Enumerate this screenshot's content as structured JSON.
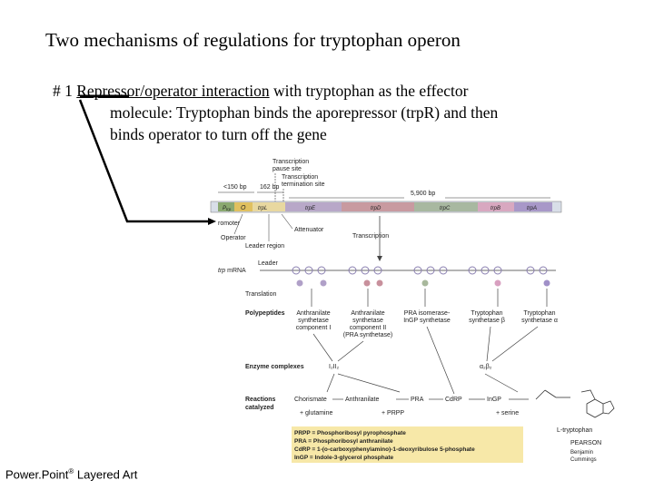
{
  "slide": {
    "title": "Two mechanisms of regulations for tryptophan operon",
    "point_num": "# 1 ",
    "point_underlined": "Repressor/operator interaction",
    "point_rest1": " with tryptophan as the effector",
    "point_line2": "molecule: Tryptophan binds the aporepressor (trpR) and then",
    "point_line3": "binds operator to turn off the gene",
    "footer_main": "Power.Point",
    "footer_reg": "®",
    "footer_rest": " Layered Art"
  },
  "figure": {
    "transcription_pause": "Transcription",
    "pause_site": "pause site",
    "transcription_term": "Transcription",
    "termination_site": "termination site",
    "dist_150": "<150 bp",
    "dist_162": "162 bp",
    "dist_5900": "5,900 bp",
    "gene_ptrp": "P",
    "gene_ptrp_sub": "trp",
    "gene_o": "O",
    "gene_trpl": "trpL",
    "gene_trpe": "trpE",
    "gene_trpd": "trpD",
    "gene_trpc": "trpC",
    "gene_trpb": "trpB",
    "gene_trpa": "trpA",
    "promoter": "romoter",
    "attenuator": "Attenuator",
    "operator": "Operator",
    "leader_region": "Leader region",
    "transcription": "Transcription",
    "leader": "Leader",
    "mrna_trp": "trp",
    "mrna": " mRNA",
    "translation": "Translation",
    "polypeptides": "Polypeptides",
    "anth_syn1": "Anthranilate",
    "anth_syn1b": "synthetase",
    "anth_syn1c": "component I",
    "anth_syn2": "Anthranilate",
    "anth_syn2b": "synthetase",
    "anth_syn2c": "component II",
    "anth_syn2d": "(PRA synthetase)",
    "pra_iso": "PRA isomerase-",
    "pra_iso_b": "InGP synthetase",
    "trp_syn_b": "Tryptophan",
    "trp_syn_b2": "synthetase β",
    "trp_syn_a": "Tryptophan",
    "trp_syn_a2": "synthetase α",
    "enzyme_complexes": "Enzyme complexes",
    "complex1": "I₂II₂",
    "complex2": "α₂β₂",
    "reactions": "Reactions",
    "catalyzed": "catalyzed",
    "chorismate": "Chorismate",
    "anthranilate": "Anthranilate",
    "pra": "PRA",
    "cdrp": "CdRP",
    "ingp": "InGP",
    "l_trp": "L-tryptophan",
    "glutamine": "+ glutamine",
    "prpp": "+ PRPP",
    "serine": "+ serine",
    "legend": [
      "PRPP  = Phosphoribosyl pyrophosphate",
      "PRA   = Phosphoribosyl anthranilate",
      "CdRP = 1-(o-carboxyphenylamino)-1-deoxyribulose 5-phosphate",
      "InGP  = Indole-3-glycerol phosphate"
    ],
    "pearson": "PEARSON",
    "benjamin": "Benjamin",
    "cummings": "Cummings"
  },
  "colors": {
    "trpl": "#e8d8a0",
    "trpe": "#b8a8c8",
    "trpd": "#c89aa0",
    "trpc": "#a8b8a0",
    "trpb": "#d8a8c0",
    "trpa": "#a898c8",
    "promoter": "#8aa870",
    "legend_bg": "#f7e8a8"
  }
}
